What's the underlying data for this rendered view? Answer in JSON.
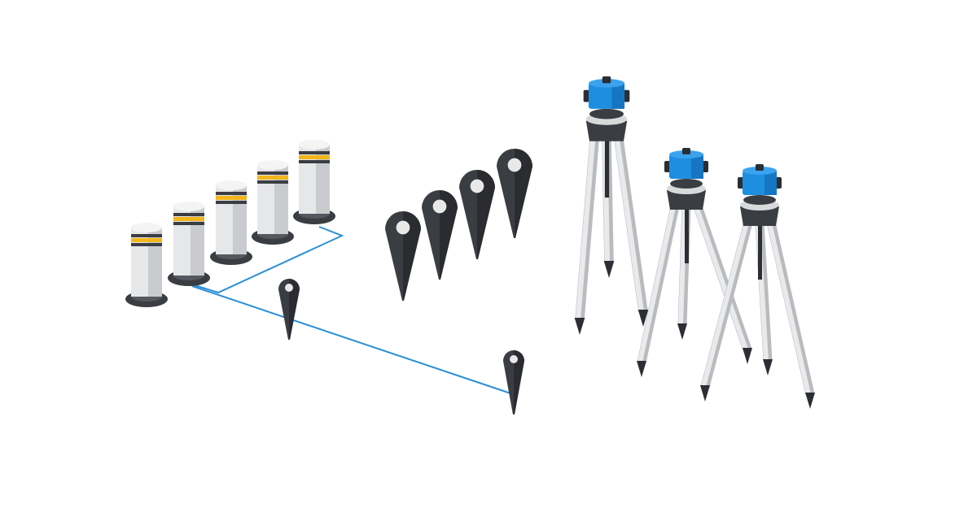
{
  "illustration": {
    "subjects": [
      "bollards",
      "map-pins",
      "survey-tripods"
    ],
    "bollard_count": 5,
    "large_pin_count": 4,
    "small_pin_count": 2,
    "tripod_count": 3
  },
  "colors": {
    "background": "#ffffff",
    "bollard_body": "#e6e7e9",
    "bollard_shade": "#c9cbce",
    "bollard_stripe": "#f2b51c",
    "bollard_cap": "#3a3d42",
    "pin": "#3a3d42",
    "pin_dot": "#e8e8e8",
    "route_line": "#2a8fd6",
    "instrument_blue": "#1e8fe0",
    "instrument_dark": "#3a3d42",
    "leg_light": "#e9eaec",
    "leg_shade": "#b9bbbe",
    "foot": "#2b2e33"
  }
}
